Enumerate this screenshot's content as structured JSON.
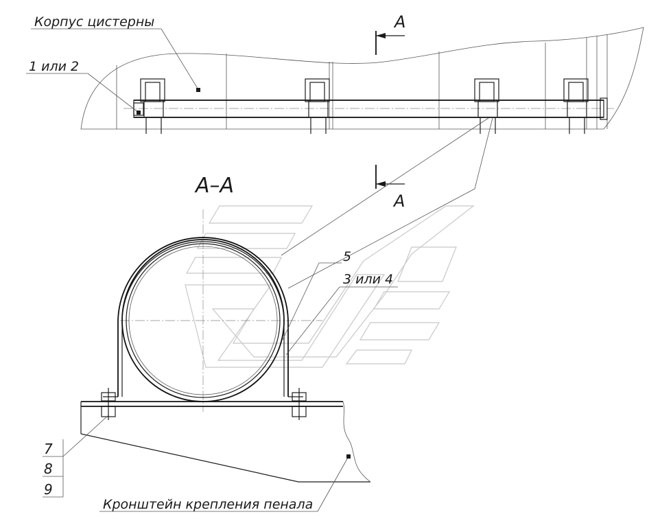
{
  "labels": {
    "tank_body": "Корпус цистерны",
    "item_1_2": "1 или 2",
    "section_mark_top": "A",
    "section_mark_bottom": "A",
    "section_title": "A–A",
    "item_5": "5",
    "item_3_4": "3 или 4",
    "item_7": "7",
    "item_8": "8",
    "item_9": "9",
    "bracket": "Кронштейн крепления пенала"
  }
}
